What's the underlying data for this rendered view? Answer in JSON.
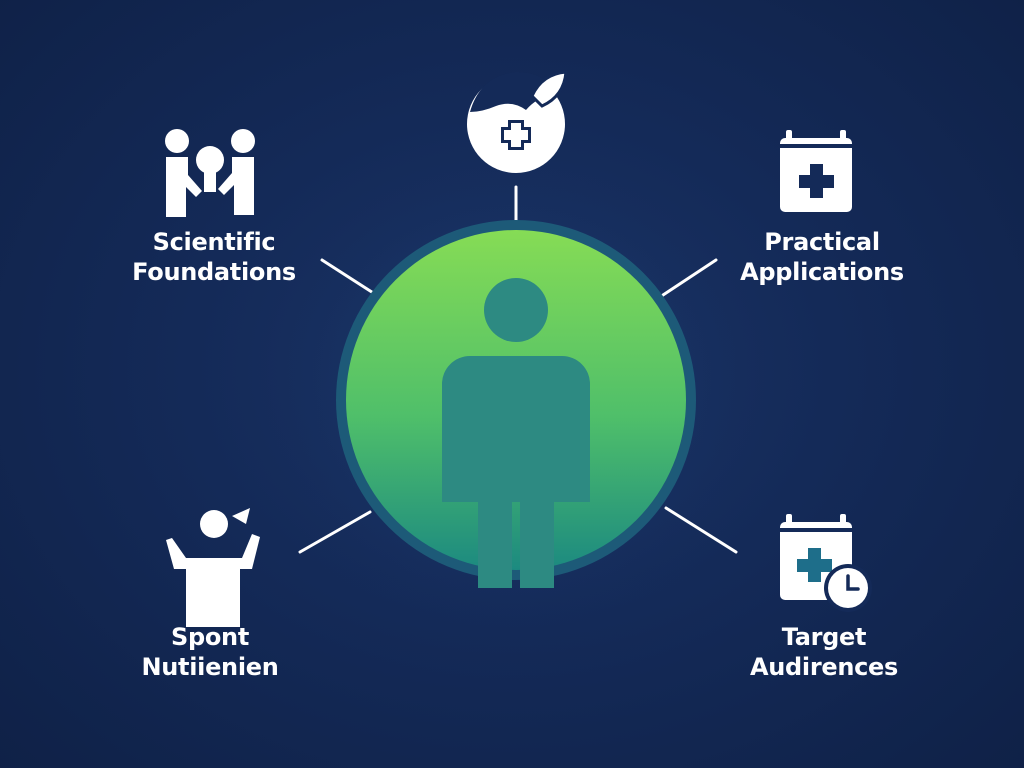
{
  "center": {
    "icon": "person-silhouette-icon",
    "gradient_top": "#7ed957",
    "gradient_bottom": "#1f8a7a",
    "ring_color": "#1f5e78"
  },
  "nodes": [
    {
      "id": "top",
      "icon": "head-leaf-medical-icon",
      "lines": []
    },
    {
      "id": "scientific",
      "icon": "people-sharing-icon",
      "lines": [
        "Scientific",
        "Foundations"
      ]
    },
    {
      "id": "practical",
      "icon": "medical-clipboard-icon",
      "lines": [
        "Practical",
        "Applications"
      ]
    },
    {
      "id": "sport",
      "icon": "athlete-icon",
      "lines": [
        "Spont",
        "Nutiienien"
      ]
    },
    {
      "id": "target",
      "icon": "medical-calendar-clock-icon",
      "lines": [
        "Target",
        "Audirences"
      ]
    }
  ],
  "colors": {
    "background": "#142a58",
    "foreground": "#ffffff"
  }
}
